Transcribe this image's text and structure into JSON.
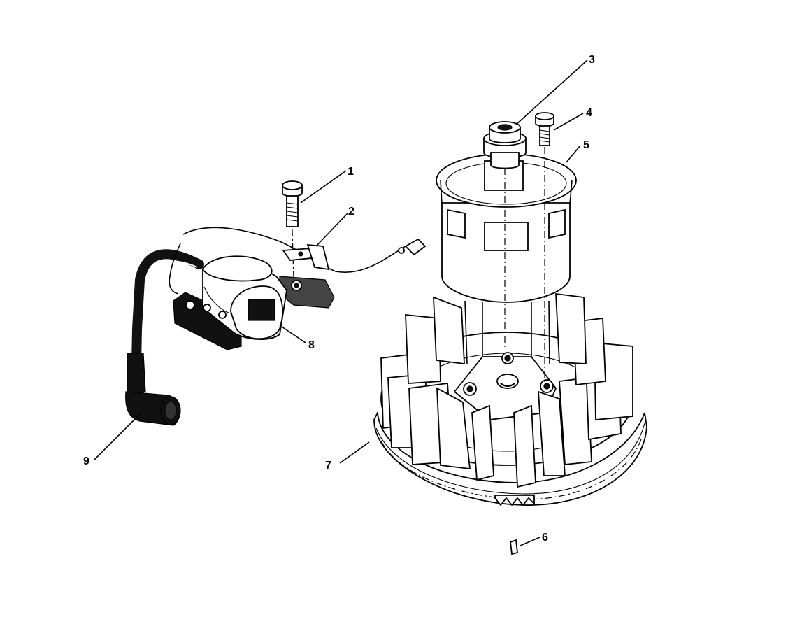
{
  "diagram": {
    "callouts": [
      {
        "id": "1",
        "part": "ignition-module-mounting-bolt"
      },
      {
        "id": "2",
        "part": "ground-wire-terminal"
      },
      {
        "id": "3",
        "part": "flywheel-nut"
      },
      {
        "id": "4",
        "part": "starter-cup-screw"
      },
      {
        "id": "5",
        "part": "starter-cup"
      },
      {
        "id": "6",
        "part": "flywheel-key"
      },
      {
        "id": "7",
        "part": "flywheel"
      },
      {
        "id": "8",
        "part": "ignition-module"
      },
      {
        "id": "9",
        "part": "spark-plug-boot"
      }
    ]
  }
}
